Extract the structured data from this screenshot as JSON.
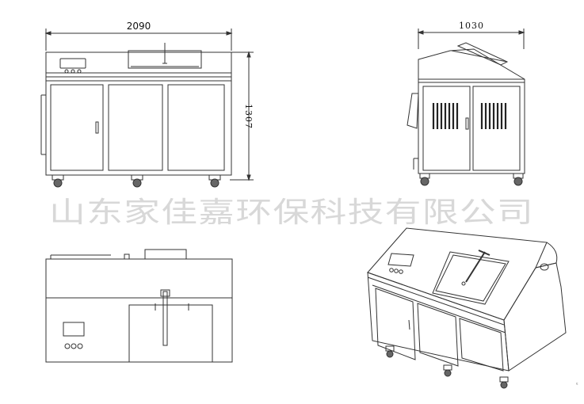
{
  "front_view": {
    "width_label": "2090",
    "height_label": "1307"
  },
  "side_view": {
    "depth_label": "1030"
  },
  "watermark": "山东家佳嘉环保科技有限公司",
  "corner_mark": "ᵋ"
}
